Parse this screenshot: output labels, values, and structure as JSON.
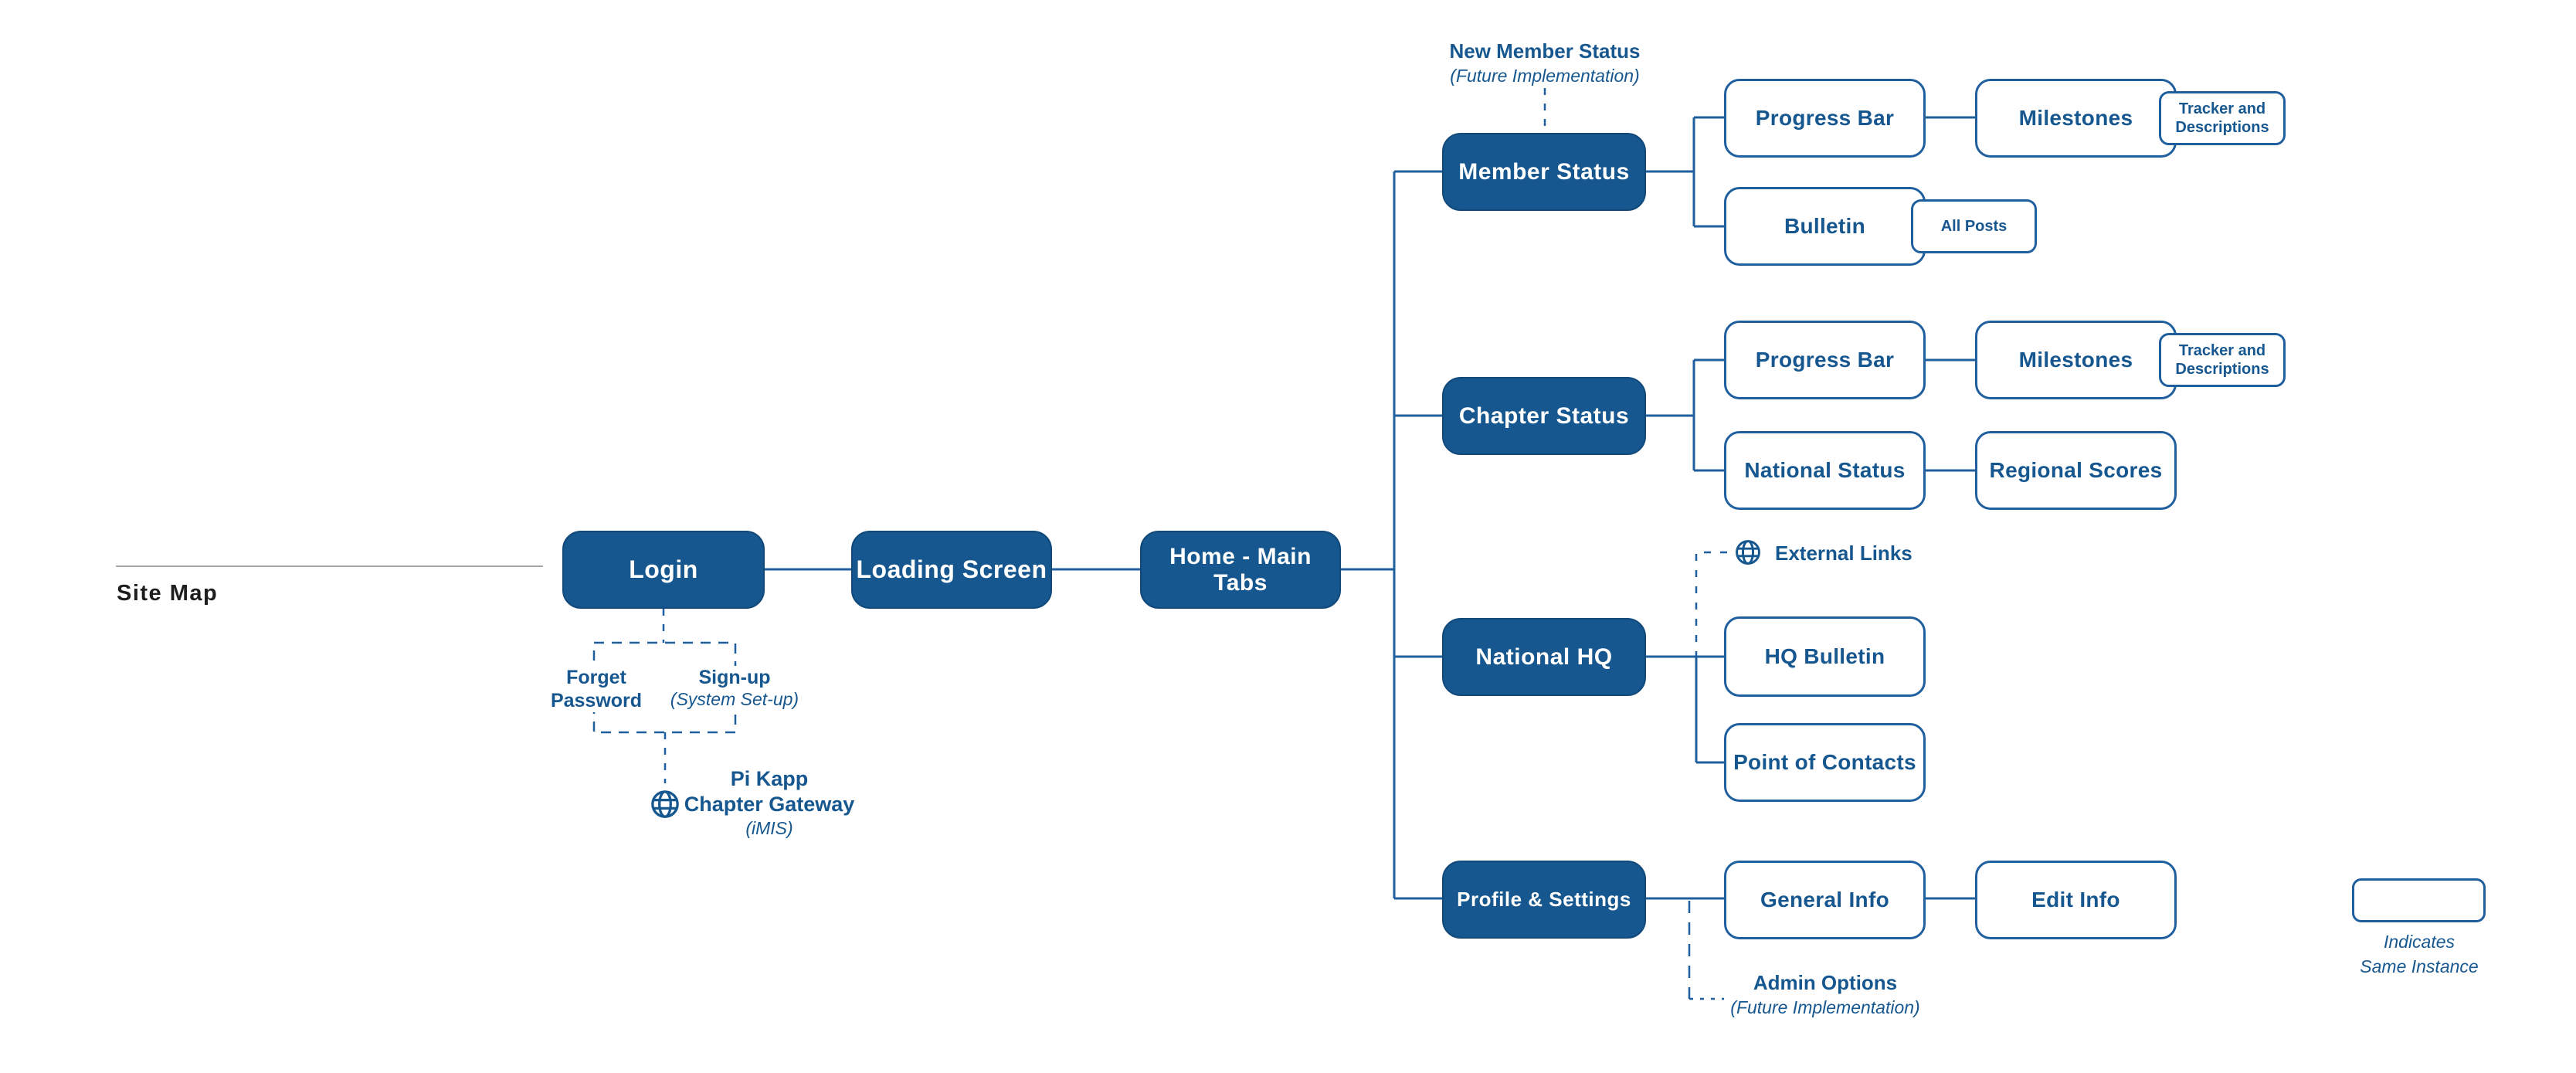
{
  "page": {
    "title": "Site Map"
  },
  "colors": {
    "node_fill": "#15578E",
    "line": "#1F5F9E",
    "text": "#17578F",
    "title_text": "#1E1E1E",
    "rule": "#A6A6A6"
  },
  "icons": {
    "gateway": "globe-icon",
    "external_links": "globe-icon"
  },
  "flow": {
    "login": "Login",
    "loading": "Loading Screen",
    "home": "Home - Main Tabs"
  },
  "login_branch": {
    "forget_line1": "Forget",
    "forget_line2": "Password",
    "signup": "Sign-up",
    "signup_note": "(System Set-up)",
    "gateway_line1": "Pi Kapp",
    "gateway_line2": "Chapter Gateway",
    "gateway_note": "(iMIS)"
  },
  "member": {
    "tab": "Member Status",
    "future_line1": "New Member Status",
    "future_line2": "(Future Implementation)",
    "progress_bar": "Progress Bar",
    "milestones": "Milestones",
    "tracker_line1": "Tracker and",
    "tracker_line2": "Descriptions",
    "bulletin": "Bulletin",
    "all_posts": "All Posts"
  },
  "chapter": {
    "tab": "Chapter Status",
    "progress_bar": "Progress Bar",
    "milestones": "Milestones",
    "tracker_line1": "Tracker and",
    "tracker_line2": "Descriptions",
    "national_status": "National Status",
    "regional_scores": "Regional Scores"
  },
  "hq": {
    "tab": "National HQ",
    "external_links": "External Links",
    "hq_bulletin": "HQ Bulletin",
    "point_of_contacts": "Point of Contacts"
  },
  "profile": {
    "tab": "Profile & Settings",
    "general_info": "General Info",
    "edit_info": "Edit Info",
    "admin_line1": "Admin Options",
    "admin_line2": "(Future Implementation)"
  },
  "legend": {
    "line1": "Indicates",
    "line2": "Same Instance"
  }
}
